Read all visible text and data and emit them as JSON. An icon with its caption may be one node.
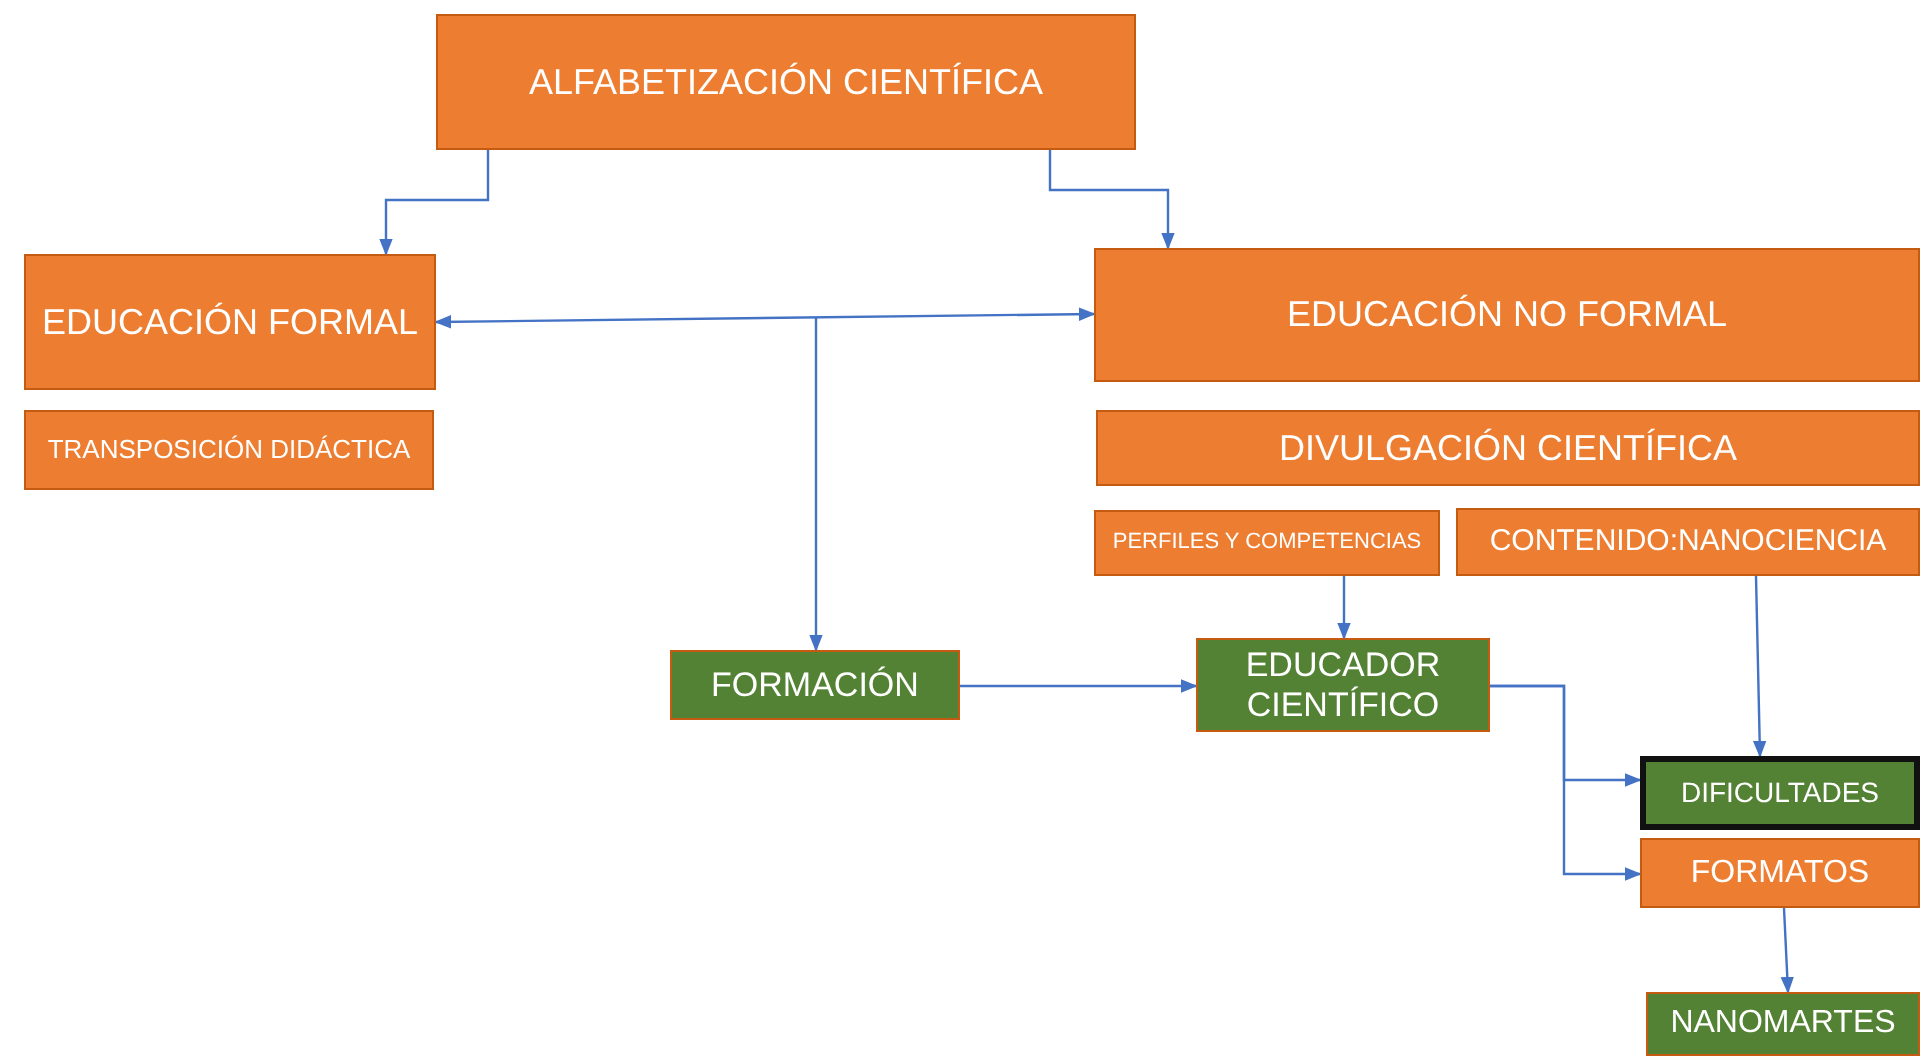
{
  "diagram": {
    "nodes": [
      {
        "text": [
          "ALFABETIZACIÓN CIENTÍFICA"
        ]
      },
      {
        "text": [
          "EDUCACIÓN FORMAL"
        ]
      },
      {
        "text": [
          "TRANSPOSICIÓN DIDÁCTICA"
        ]
      },
      {
        "text": [
          "EDUCACIÓN NO FORMAL"
        ]
      },
      {
        "text": [
          "DIVULGACIÓN CIENTÍFICA"
        ]
      },
      {
        "text": [
          "PERFILES Y COMPETENCIAS"
        ]
      },
      {
        "text": [
          "CONTENIDO:NANOCIENCIA"
        ]
      },
      {
        "text": [
          "FORMACIÓN"
        ]
      },
      {
        "text": [
          "EDUCADOR CIENTÍFICO"
        ]
      },
      {
        "text": [
          "DIFICULTADES"
        ]
      },
      {
        "text": [
          "FORMATOS"
        ]
      },
      {
        "text": [
          "NANOMARTES"
        ]
      }
    ],
    "edges": [
      {
        "from": 0,
        "to": 1,
        "arrow": "to"
      },
      {
        "from": 0,
        "to": 3,
        "arrow": "to"
      },
      {
        "from": 1,
        "to": 3,
        "arrow": "both"
      },
      {
        "from": null,
        "to": 7,
        "arrow": "to"
      },
      {
        "from": 5,
        "to": 8,
        "arrow": "to"
      },
      {
        "from": 7,
        "to": 8,
        "arrow": "to"
      },
      {
        "from": 8,
        "to": 9,
        "arrow": "to"
      },
      {
        "from": 8,
        "to": 10,
        "arrow": "to"
      },
      {
        "from": 6,
        "to": 9,
        "arrow": "to"
      },
      {
        "from": 10,
        "to": 11,
        "arrow": "to"
      }
    ]
  }
}
